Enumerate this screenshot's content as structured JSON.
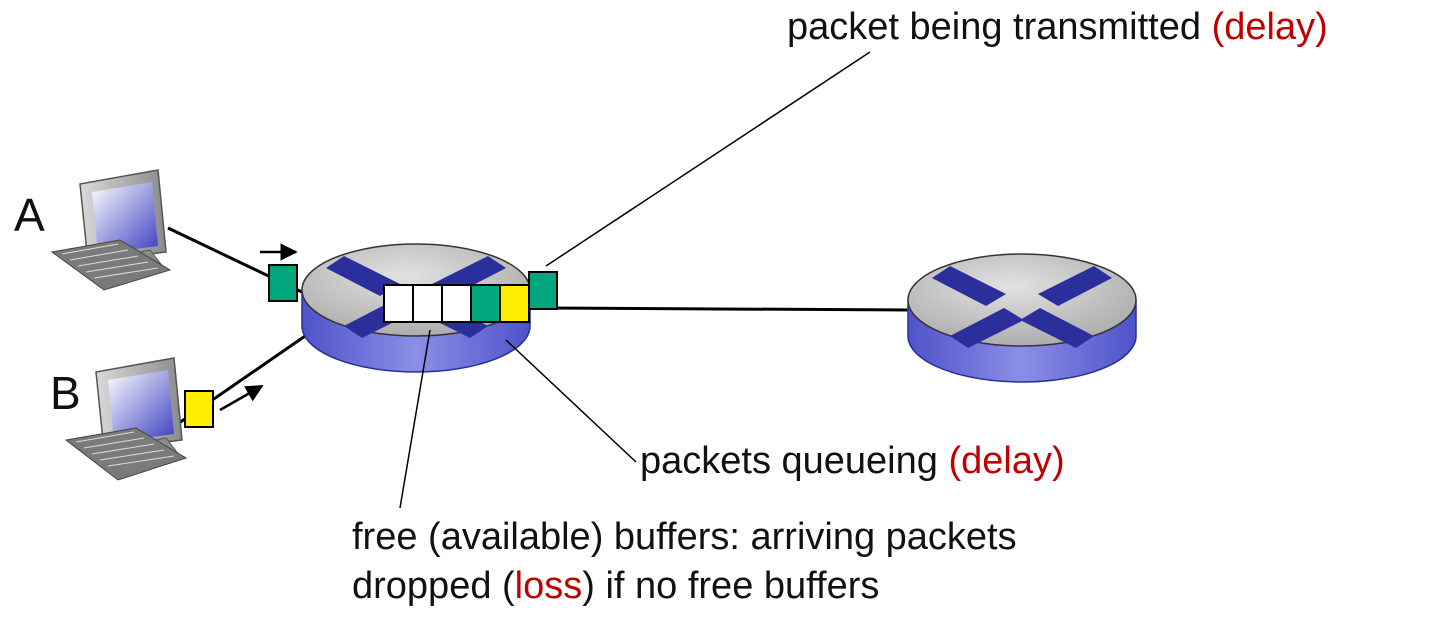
{
  "colors": {
    "highlight": "#c00000",
    "router_top": "#b8b8b8",
    "router_side": "#6d72d6",
    "router_cross": "#2a2f9c",
    "packet_green": "#00a67e",
    "packet_yellow": "#ffee00",
    "buffer_free": "#ffffff",
    "link": "#000000"
  },
  "icons": {
    "host": "desktop-computer-icon",
    "router": "router-icon"
  },
  "hosts": {
    "a_label": "A",
    "b_label": "B"
  },
  "labels": {
    "transmitted": {
      "text": "packet being transmitted ",
      "highlight": "(delay)"
    },
    "queueing": {
      "text": "packets queueing ",
      "highlight": "(delay)"
    },
    "free_line1": "free (available) buffers: arriving packets",
    "free_line2_pre": "dropped (",
    "free_line2_highlight": "loss",
    "free_line2_post": ") if no free buffers"
  },
  "queue": {
    "free_buffers": 3,
    "queued_packets": [
      "green",
      "yellow"
    ],
    "transmitting_packet": "green"
  }
}
